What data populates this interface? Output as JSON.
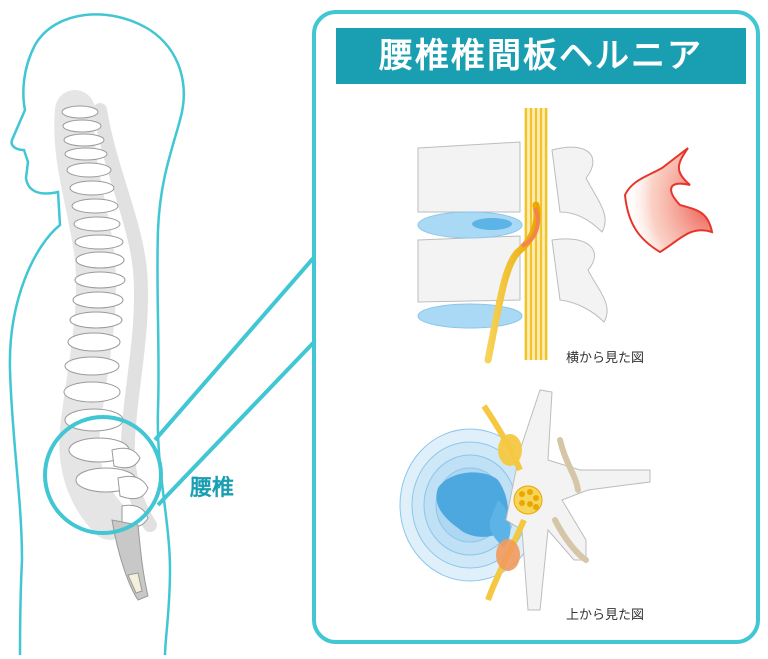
{
  "title": "腰椎椎間板ヘルニア",
  "region_label": "腰椎",
  "side_view_caption": "横から見た図",
  "top_view_caption": "上から見た図",
  "colors": {
    "accent": "#1a9eb2",
    "outline": "#41c6d3",
    "nerve": "#f5c842",
    "disc": "#a9d9f4",
    "pain": "#e8352b",
    "bone": "#f3f3f3"
  }
}
